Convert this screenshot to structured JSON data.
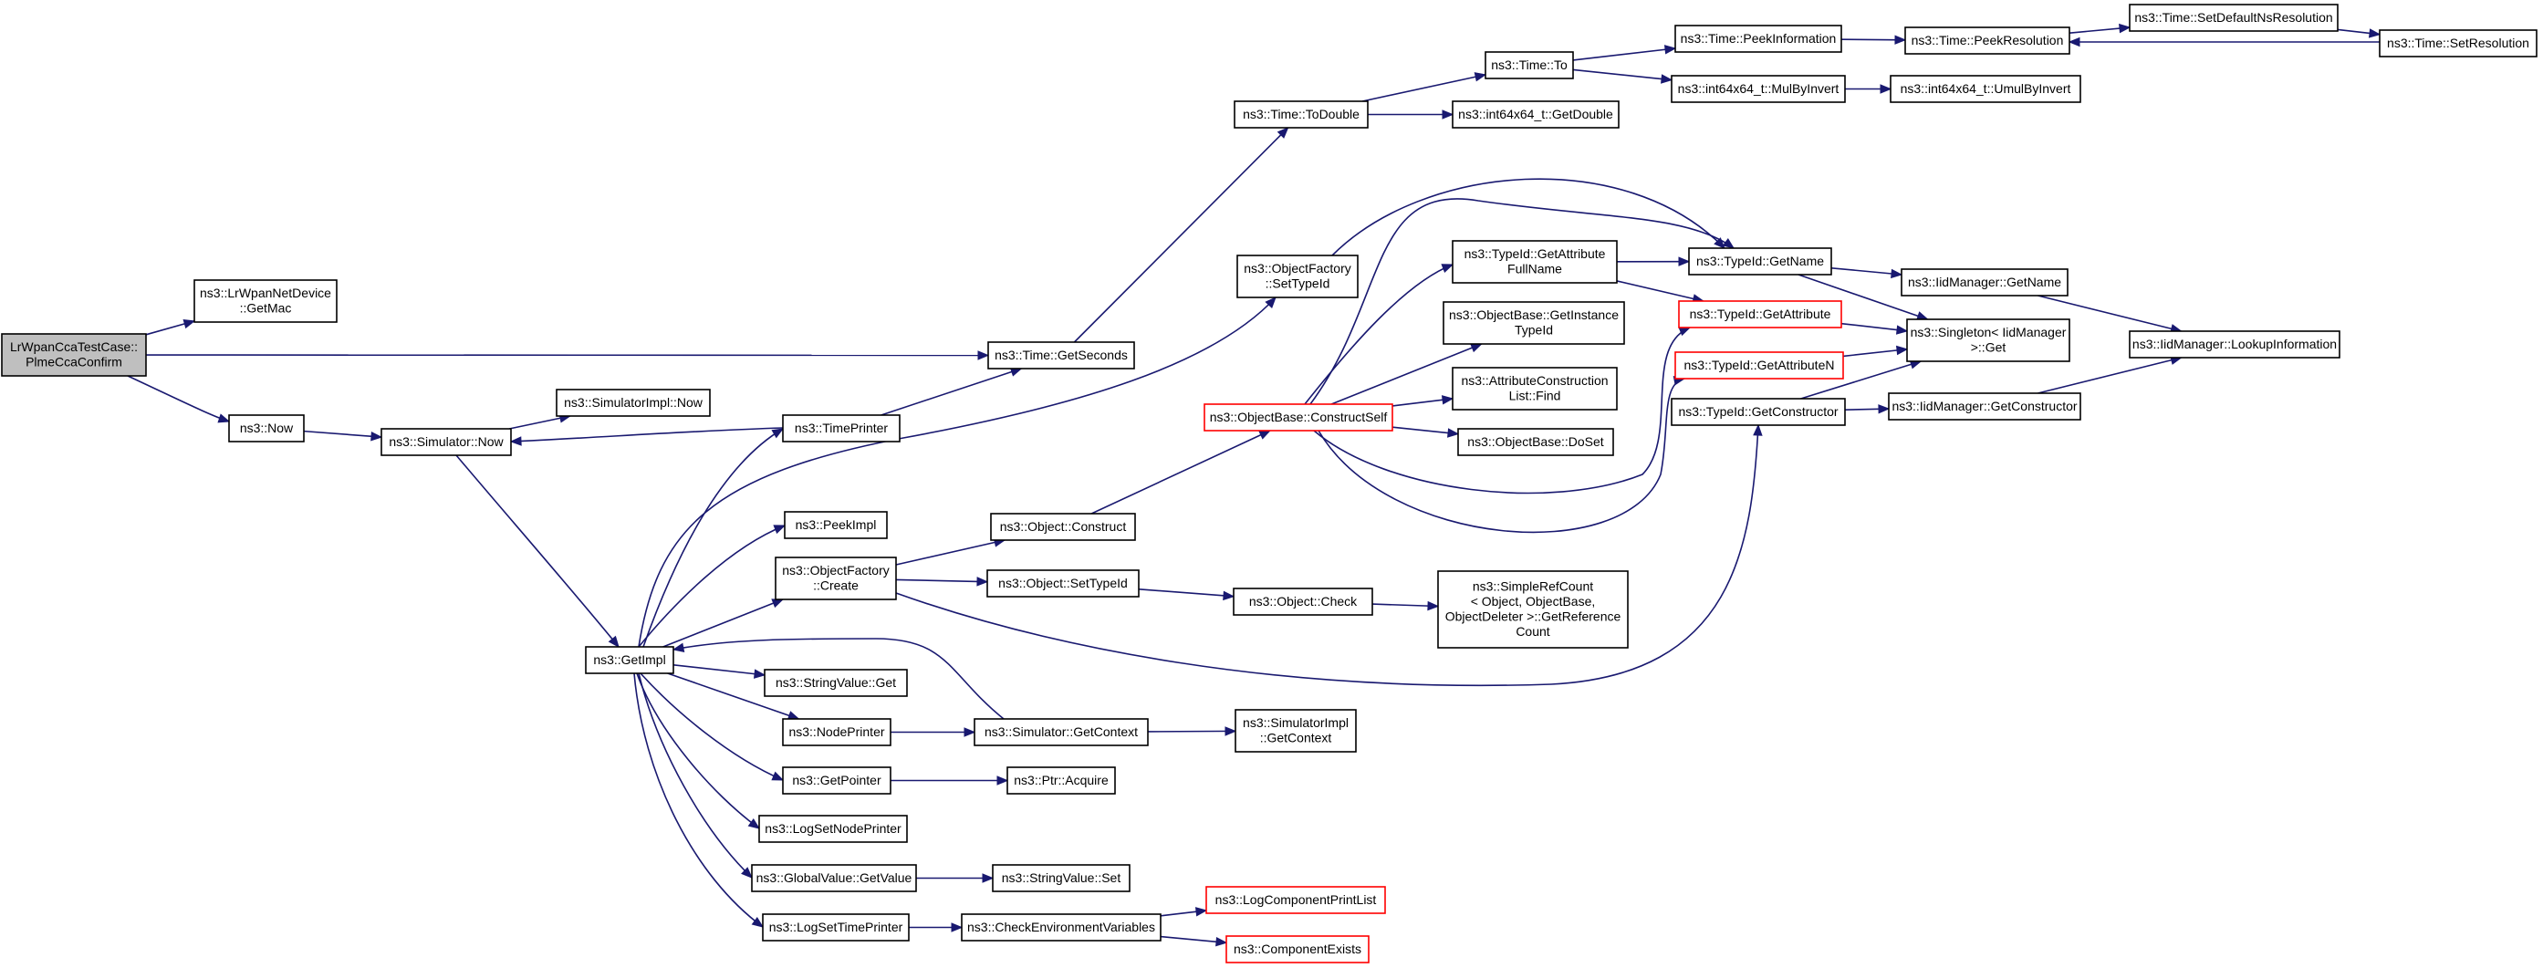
{
  "graph": {
    "edge_color": "#191970",
    "root_fill": "#bfbfbf",
    "highlight_border": "#ff0000",
    "nodes": [
      {
        "id": "root",
        "lines": [
          "LrWpanCcaTestCase::",
          "PlmeCcaConfirm"
        ],
        "style": "root"
      },
      {
        "id": "getmac",
        "lines": [
          "ns3::LrWpanNetDevice",
          "::GetMac"
        ],
        "style": "plain"
      },
      {
        "id": "now",
        "lines": [
          "ns3::Now"
        ],
        "style": "plain"
      },
      {
        "id": "simnow",
        "lines": [
          "ns3::Simulator::Now"
        ],
        "style": "plain"
      },
      {
        "id": "implnow",
        "lines": [
          "ns3::SimulatorImpl::Now"
        ],
        "style": "plain"
      },
      {
        "id": "getimpl",
        "lines": [
          "ns3::GetImpl"
        ],
        "style": "plain"
      },
      {
        "id": "timeprinter",
        "lines": [
          "ns3::TimePrinter"
        ],
        "style": "plain"
      },
      {
        "id": "peekimpl",
        "lines": [
          "ns3::PeekImpl"
        ],
        "style": "plain"
      },
      {
        "id": "ofcreate",
        "lines": [
          "ns3::ObjectFactory",
          "::Create"
        ],
        "style": "plain"
      },
      {
        "id": "svget",
        "lines": [
          "ns3::StringValue::Get"
        ],
        "style": "plain"
      },
      {
        "id": "nodeprinter",
        "lines": [
          "ns3::NodePrinter"
        ],
        "style": "plain"
      },
      {
        "id": "getpointer",
        "lines": [
          "ns3::GetPointer"
        ],
        "style": "plain"
      },
      {
        "id": "logsetnode",
        "lines": [
          "ns3::LogSetNodePrinter"
        ],
        "style": "plain"
      },
      {
        "id": "gvget",
        "lines": [
          "ns3::GlobalValue::GetValue"
        ],
        "style": "plain"
      },
      {
        "id": "logsettime",
        "lines": [
          "ns3::LogSetTimePrinter"
        ],
        "style": "plain"
      },
      {
        "id": "getseconds",
        "lines": [
          "ns3::Time::GetSeconds"
        ],
        "style": "plain"
      },
      {
        "id": "todouble",
        "lines": [
          "ns3::Time::ToDouble"
        ],
        "style": "plain"
      },
      {
        "id": "timeto",
        "lines": [
          "ns3::Time::To"
        ],
        "style": "plain"
      },
      {
        "id": "getdouble",
        "lines": [
          "ns3::int64x64_t::GetDouble"
        ],
        "style": "plain"
      },
      {
        "id": "peekinfo",
        "lines": [
          "ns3::Time::PeekInformation"
        ],
        "style": "plain"
      },
      {
        "id": "mulbyinvert",
        "lines": [
          "ns3::int64x64_t::MulByInvert"
        ],
        "style": "plain"
      },
      {
        "id": "peekres",
        "lines": [
          "ns3::Time::PeekResolution"
        ],
        "style": "plain"
      },
      {
        "id": "umulbyinvert",
        "lines": [
          "ns3::int64x64_t::UmulByInvert"
        ],
        "style": "plain"
      },
      {
        "id": "setdefaultns",
        "lines": [
          "ns3::Time::SetDefaultNsResolution"
        ],
        "style": "plain"
      },
      {
        "id": "setres",
        "lines": [
          "ns3::Time::SetResolution"
        ],
        "style": "plain"
      },
      {
        "id": "ofsettypeid",
        "lines": [
          "ns3::ObjectFactory",
          "::SetTypeId"
        ],
        "style": "plain"
      },
      {
        "id": "objconstruct",
        "lines": [
          "ns3::Object::Construct"
        ],
        "style": "plain"
      },
      {
        "id": "objsettypeid",
        "lines": [
          "ns3::Object::SetTypeId"
        ],
        "style": "plain"
      },
      {
        "id": "objcheck",
        "lines": [
          "ns3::Object::Check"
        ],
        "style": "plain"
      },
      {
        "id": "simplerefcount",
        "lines": [
          "ns3::SimpleRefCount",
          "< Object, ObjectBase,",
          "ObjectDeleter >::GetReference",
          "Count"
        ],
        "style": "plain"
      },
      {
        "id": "constructself",
        "lines": [
          "ns3::ObjectBase::ConstructSelf"
        ],
        "style": "red"
      },
      {
        "id": "getattrfullname",
        "lines": [
          "ns3::TypeId::GetAttribute",
          "FullName"
        ],
        "style": "plain"
      },
      {
        "id": "getinstancetypeid",
        "lines": [
          "ns3::ObjectBase::GetInstance",
          "TypeId"
        ],
        "style": "plain"
      },
      {
        "id": "attrconsfind",
        "lines": [
          "ns3::AttributeConstruction",
          "List::Find"
        ],
        "style": "plain"
      },
      {
        "id": "doset",
        "lines": [
          "ns3::ObjectBase::DoSet"
        ],
        "style": "plain"
      },
      {
        "id": "tidgetname",
        "lines": [
          "ns3::TypeId::GetName"
        ],
        "style": "plain"
      },
      {
        "id": "tidgetattr",
        "lines": [
          "ns3::TypeId::GetAttribute"
        ],
        "style": "red"
      },
      {
        "id": "tidgetattrn",
        "lines": [
          "ns3::TypeId::GetAttributeN"
        ],
        "style": "red"
      },
      {
        "id": "tidgetctor",
        "lines": [
          "ns3::TypeId::GetConstructor"
        ],
        "style": "plain"
      },
      {
        "id": "iidgetname",
        "lines": [
          "ns3::IidManager::GetName"
        ],
        "style": "plain"
      },
      {
        "id": "singletonget",
        "lines": [
          "ns3::Singleton< IidManager",
          ">::Get"
        ],
        "style": "plain"
      },
      {
        "id": "iidgetctor",
        "lines": [
          "ns3::IidManager::GetConstructor"
        ],
        "style": "plain"
      },
      {
        "id": "lookupinfo",
        "lines": [
          "ns3::IidManager::LookupInformation"
        ],
        "style": "plain"
      },
      {
        "id": "simgetcontext",
        "lines": [
          "ns3::Simulator::GetContext"
        ],
        "style": "plain"
      },
      {
        "id": "implgetcontext",
        "lines": [
          "ns3::SimulatorImpl",
          "::GetContext"
        ],
        "style": "plain"
      },
      {
        "id": "ptracquire",
        "lines": [
          "ns3::Ptr::Acquire"
        ],
        "style": "plain"
      },
      {
        "id": "svset",
        "lines": [
          "ns3::StringValue::Set"
        ],
        "style": "plain"
      },
      {
        "id": "checkenv",
        "lines": [
          "ns3::CheckEnvironmentVariables"
        ],
        "style": "plain"
      },
      {
        "id": "logcompprint",
        "lines": [
          "ns3::LogComponentPrintList"
        ],
        "style": "red"
      },
      {
        "id": "compexists",
        "lines": [
          "ns3::ComponentExists"
        ],
        "style": "red"
      }
    ],
    "edges": [
      [
        "root",
        "getmac"
      ],
      [
        "root",
        "getseconds"
      ],
      [
        "root",
        "now"
      ],
      [
        "now",
        "simnow"
      ],
      [
        "simnow",
        "implnow"
      ],
      [
        "simnow",
        "getimpl"
      ],
      [
        "timeprinter",
        "simnow"
      ],
      [
        "timeprinter",
        "getseconds"
      ],
      [
        "getseconds",
        "todouble"
      ],
      [
        "todouble",
        "timeto"
      ],
      [
        "todouble",
        "getdouble"
      ],
      [
        "timeto",
        "peekinfo"
      ],
      [
        "timeto",
        "mulbyinvert"
      ],
      [
        "peekinfo",
        "peekres"
      ],
      [
        "mulbyinvert",
        "umulbyinvert"
      ],
      [
        "peekres",
        "setdefaultns"
      ],
      [
        "setdefaultns",
        "setres"
      ],
      [
        "setres",
        "peekres"
      ],
      [
        "getimpl",
        "timeprinter"
      ],
      [
        "getimpl",
        "ofsettypeid"
      ],
      [
        "getimpl",
        "peekimpl"
      ],
      [
        "getimpl",
        "ofcreate"
      ],
      [
        "getimpl",
        "svget"
      ],
      [
        "getimpl",
        "nodeprinter"
      ],
      [
        "getimpl",
        "getpointer"
      ],
      [
        "getimpl",
        "logsetnode"
      ],
      [
        "getimpl",
        "gvget"
      ],
      [
        "getimpl",
        "logsettime"
      ],
      [
        "simgetcontext",
        "getimpl"
      ],
      [
        "ofcreate",
        "objconstruct"
      ],
      [
        "ofcreate",
        "objsettypeid"
      ],
      [
        "ofcreate",
        "tidgetctor"
      ],
      [
        "objconstruct",
        "constructself"
      ],
      [
        "objsettypeid",
        "objcheck"
      ],
      [
        "objcheck",
        "simplerefcount"
      ],
      [
        "ofsettypeid",
        "tidgetname"
      ],
      [
        "constructself",
        "getattrfullname"
      ],
      [
        "constructself",
        "getinstancetypeid"
      ],
      [
        "constructself",
        "attrconsfind"
      ],
      [
        "constructself",
        "doset"
      ],
      [
        "constructself",
        "tidgetname"
      ],
      [
        "constructself",
        "tidgetattr"
      ],
      [
        "constructself",
        "tidgetattrn"
      ],
      [
        "getattrfullname",
        "tidgetname"
      ],
      [
        "getattrfullname",
        "tidgetattr"
      ],
      [
        "tidgetname",
        "iidgetname"
      ],
      [
        "tidgetname",
        "singletonget"
      ],
      [
        "tidgetattr",
        "singletonget"
      ],
      [
        "tidgetattrn",
        "singletonget"
      ],
      [
        "tidgetctor",
        "singletonget"
      ],
      [
        "tidgetctor",
        "iidgetctor"
      ],
      [
        "iidgetname",
        "lookupinfo"
      ],
      [
        "iidgetctor",
        "lookupinfo"
      ],
      [
        "nodeprinter",
        "simgetcontext"
      ],
      [
        "simgetcontext",
        "implgetcontext"
      ],
      [
        "getpointer",
        "ptracquire"
      ],
      [
        "gvget",
        "svset"
      ],
      [
        "logsettime",
        "checkenv"
      ],
      [
        "checkenv",
        "logcompprint"
      ],
      [
        "checkenv",
        "compexists"
      ]
    ]
  }
}
